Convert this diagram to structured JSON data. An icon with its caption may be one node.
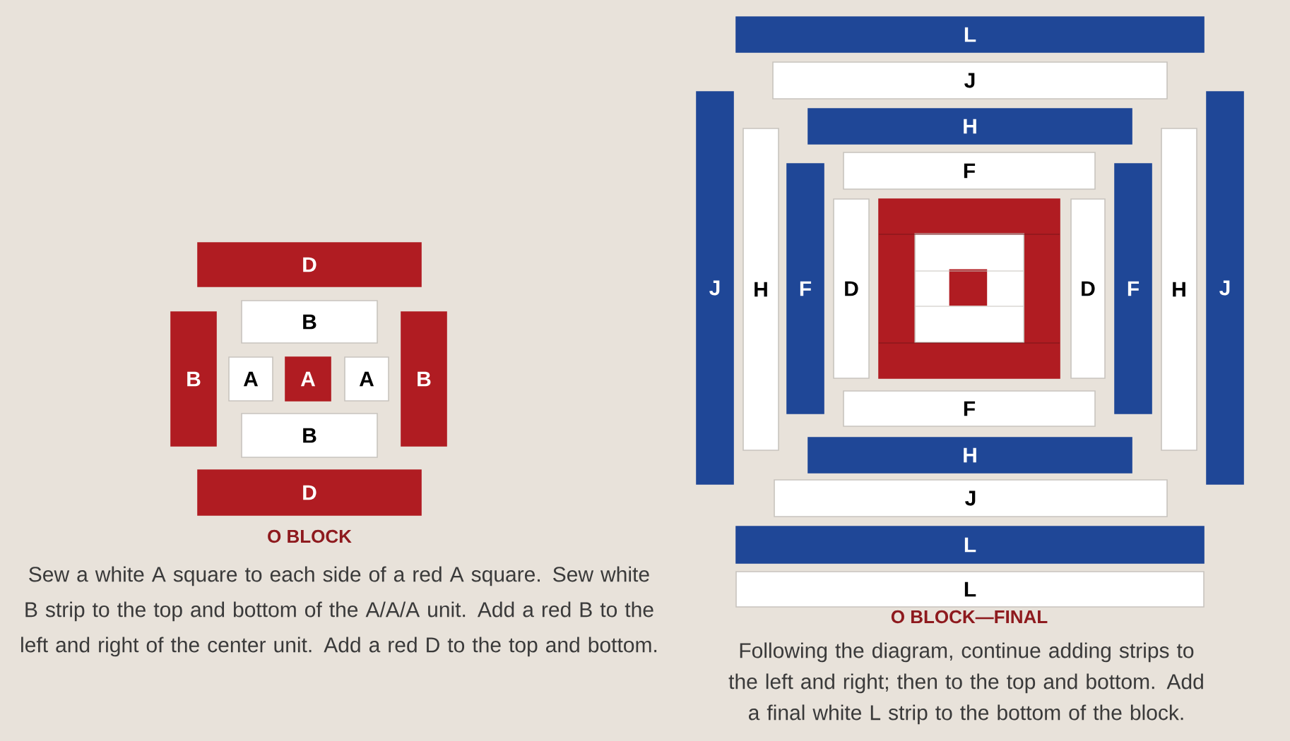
{
  "diagram": {
    "nodes": [
      {
        "text": [
          "D"
        ]
      },
      {
        "text": [
          "B"
        ]
      },
      {
        "text": [
          "B"
        ]
      },
      {
        "text": [
          "A"
        ]
      },
      {
        "text": [
          "A"
        ]
      },
      {
        "text": [
          "A"
        ]
      },
      {
        "text": [
          "B"
        ]
      },
      {
        "text": [
          "B"
        ]
      },
      {
        "text": [
          "D"
        ]
      },
      {
        "text": [
          "L"
        ]
      },
      {
        "text": [
          "J"
        ]
      },
      {
        "text": [
          "H"
        ]
      },
      {
        "text": [
          "F"
        ]
      },
      {
        "text": [
          "J"
        ]
      },
      {
        "text": [
          "H"
        ]
      },
      {
        "text": [
          "F"
        ]
      },
      {
        "text": [
          "D"
        ]
      },
      {
        "text": [],
        "shape": "box"
      },
      {
        "text": [],
        "shape": "box",
        "in": 17
      },
      {
        "text": [],
        "shape": "box",
        "in": 18
      },
      {
        "text": [
          "D"
        ]
      },
      {
        "text": [
          "F"
        ]
      },
      {
        "text": [
          "H"
        ]
      },
      {
        "text": [
          "J"
        ]
      },
      {
        "text": [
          "F"
        ]
      },
      {
        "text": [
          "H"
        ]
      },
      {
        "text": [
          "J"
        ]
      },
      {
        "text": [
          "L"
        ]
      },
      {
        "text": [
          "L"
        ]
      }
    ],
    "labels": [
      "O BLOCK",
      "Sew a white A square to each side of a red A square. Sew white B strip to the top and bottom of the A/A/A unit. Add a red B to the left and right of the center unit. Add a red D to the top and bottom.",
      "O BLOCK—FINAL",
      "Following the diagram, continue adding strips to the left and right; then to the top and bottom. Add a final white L strip to the bottom of the block."
    ]
  }
}
